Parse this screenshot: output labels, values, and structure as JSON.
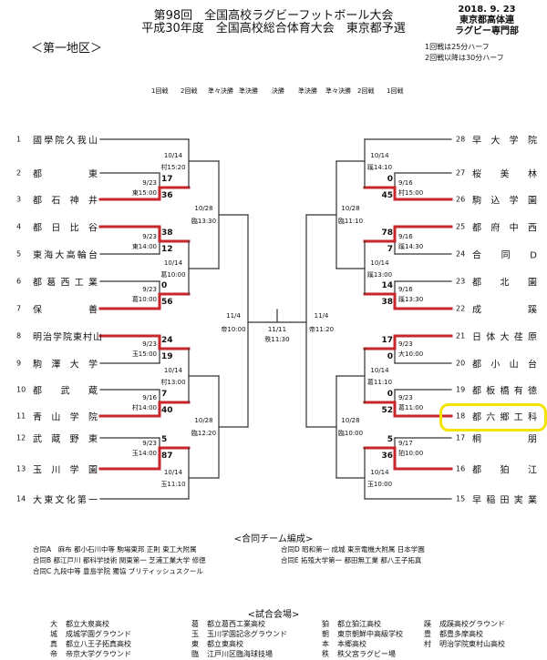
{
  "header": {
    "title1": "第98回　全国高校ラグビーフットボール大会",
    "title2": "平成30年度　全国高校総合体育大会　東京都予選",
    "date": "2018. 9. 23",
    "org1": "東京都高体連",
    "org2": "ラグビー専門部",
    "district": "＜第一地区＞",
    "note1": "1回戦は25分ハーフ",
    "note2": "2回戦以降は30分ハーフ"
  },
  "rounds": [
    "1回戦",
    "2回戦",
    "準々決勝",
    "準決勝",
    "決勝",
    "準決勝",
    "準々決勝",
    "2回戦",
    "1回戦"
  ],
  "left_teams": [
    {
      "no": "1",
      "name": "國學院久我山"
    },
    {
      "no": "2",
      "name": "都東"
    },
    {
      "no": "3",
      "name": "都石神井"
    },
    {
      "no": "4",
      "name": "都日比谷"
    },
    {
      "no": "5",
      "name": "東海大高輪台"
    },
    {
      "no": "6",
      "name": "都葛西工業"
    },
    {
      "no": "7",
      "name": "保善"
    },
    {
      "no": "8",
      "name": "明治学院東村山"
    },
    {
      "no": "9",
      "name": "駒澤大学"
    },
    {
      "no": "10",
      "name": "都武蔵"
    },
    {
      "no": "11",
      "name": "青山学院"
    },
    {
      "no": "12",
      "name": "武蔵野東"
    },
    {
      "no": "13",
      "name": "玉川学園"
    },
    {
      "no": "14",
      "name": "大東文化第一"
    }
  ],
  "right_teams": [
    {
      "no": "28",
      "name": "早大学院"
    },
    {
      "no": "27",
      "name": "桜美林"
    },
    {
      "no": "26",
      "name": "駒込学園"
    },
    {
      "no": "25",
      "name": "都府中西"
    },
    {
      "no": "24",
      "name": "合同D"
    },
    {
      "no": "23",
      "name": "都北園"
    },
    {
      "no": "22",
      "name": "成蹊"
    },
    {
      "no": "21",
      "name": "日体大荏原"
    },
    {
      "no": "20",
      "name": "都小山台"
    },
    {
      "no": "19",
      "name": "都板橋有徳"
    },
    {
      "no": "18",
      "name": "都六郷工科"
    },
    {
      "no": "17",
      "name": "桐朋"
    },
    {
      "no": "16",
      "name": "都狛江"
    },
    {
      "no": "15",
      "name": "早稲田実業"
    }
  ],
  "left_r1": [
    {
      "date": "9/23",
      "venue_time": "東15:00",
      "score_top": "17",
      "score_bottom": "36",
      "winner": "bottom"
    },
    {
      "date": "9/23",
      "venue_time": "東14:00",
      "score_top": "38",
      "score_bottom": "12",
      "winner": "top"
    },
    {
      "date": "9/23",
      "venue_time": "葛10:00",
      "score_top": "0",
      "score_bottom": "56",
      "winner": "bottom"
    },
    {
      "date": "9/23",
      "venue_time": "玉15:00",
      "score_top": "24",
      "score_bottom": "19",
      "winner": "top"
    },
    {
      "date": "9/16",
      "venue_time": "村14:00",
      "score_top": "7",
      "score_bottom": "40",
      "winner": "bottom"
    },
    {
      "date": "9/23",
      "venue_time": "玉14:00",
      "score_top": "5",
      "score_bottom": "87",
      "winner": "bottom"
    }
  ],
  "left_r2": [
    {
      "date": "10/14",
      "venue_time": "村15:20"
    },
    {
      "date": "10/14",
      "venue_time": "葛10:00"
    },
    {
      "date": "10/14",
      "venue_time": "村13:00"
    },
    {
      "date": "10/14",
      "venue_time": "玉11:10"
    }
  ],
  "left_qf": [
    {
      "date": "10/28",
      "venue_time": "臨13:30"
    },
    {
      "date": "10/28",
      "venue_time": "臨12:20"
    }
  ],
  "left_sf": {
    "date": "11/4",
    "venue_time": "帝10:00"
  },
  "final": {
    "date": "11/11",
    "venue_time": "秩11:30"
  },
  "right_r1": [
    {
      "date": "9/16",
      "venue_time": "村15:00",
      "score_top": "0",
      "score_bottom": "45",
      "winner": "bottom"
    },
    {
      "date": "9/16",
      "venue_time": "蹊14:30",
      "score_top": "78",
      "score_bottom": "7",
      "winner": "top"
    },
    {
      "date": "9/16",
      "venue_time": "蹊13:30",
      "score_top": "14",
      "score_bottom": "38",
      "winner": "bottom"
    },
    {
      "date": "9/23",
      "venue_time": "大10:00",
      "score_top": "17",
      "score_bottom": "0",
      "winner": "top"
    },
    {
      "date": "9/23",
      "venue_time": "葛11:00",
      "score_top": "0",
      "score_bottom": "52",
      "winner": "bottom"
    },
    {
      "date": "9/17",
      "venue_time": "狛10:00",
      "score_top": "5",
      "score_bottom": "36",
      "winner": "bottom"
    }
  ],
  "right_r2": [
    {
      "date": "10/14",
      "venue_time": "蹊14:10"
    },
    {
      "date": "10/14",
      "venue_time": "蹊13:00"
    },
    {
      "date": "10/14",
      "venue_time": "葛11:10"
    },
    {
      "date": "10/14",
      "venue_time": "玉10:00"
    }
  ],
  "right_qf": [
    {
      "date": "10/28",
      "venue_time": "臨11:10"
    },
    {
      "date": "10/28",
      "venue_time": "臨10:00"
    }
  ],
  "right_sf": {
    "date": "11/4",
    "venue_time": "帝11:20"
  },
  "highlighted_team_no": "18",
  "colors": {
    "winner_line": "#c8262a",
    "line": "#333333",
    "highlight": "#f5e300"
  },
  "joint_teams": {
    "title": "<合同チーム編成>",
    "items": [
      "合同A　麻布 都小石川中等 駒場東邦 正則 東工大附属",
      "合同B 都江戸川 都科学技術 関東第一 芝浦工業大学 修徳",
      "合同C 九段中等 豊島学院 獨協 ブリティッシュスクール",
      "合同D 昭和第一 成城 東京電機大附属 日本学園",
      "合同E 拓殖大学第一 都田無工業 都八王子拓真"
    ]
  },
  "venues": {
    "title": "<試合会場>",
    "items": [
      {
        "code": "大",
        "name": "都立大泉高校"
      },
      {
        "code": "城",
        "name": "成城学園グラウンド"
      },
      {
        "code": "真",
        "name": "都立八王子拓真高校"
      },
      {
        "code": "帝",
        "name": "帝京大学グラウンド"
      },
      {
        "code": "葛",
        "name": "都立葛西工業高校"
      },
      {
        "code": "玉",
        "name": "玉川学園記念グラウンド"
      },
      {
        "code": "東",
        "name": "都立東高校"
      },
      {
        "code": "臨",
        "name": "江戸川区臨海球技場"
      },
      {
        "code": "狛",
        "name": "都立狛江高校"
      },
      {
        "code": "朝",
        "name": "東京朝鮮中高級学校"
      },
      {
        "code": "本",
        "name": "本郷高校"
      },
      {
        "code": "秩",
        "name": "秩父宮ラグビー場"
      },
      {
        "code": "蹊",
        "name": "成蹊高校グラウンド"
      },
      {
        "code": "豊",
        "name": "都豊多摩高校"
      },
      {
        "code": "村",
        "name": "明治学院東村山高校"
      }
    ]
  }
}
